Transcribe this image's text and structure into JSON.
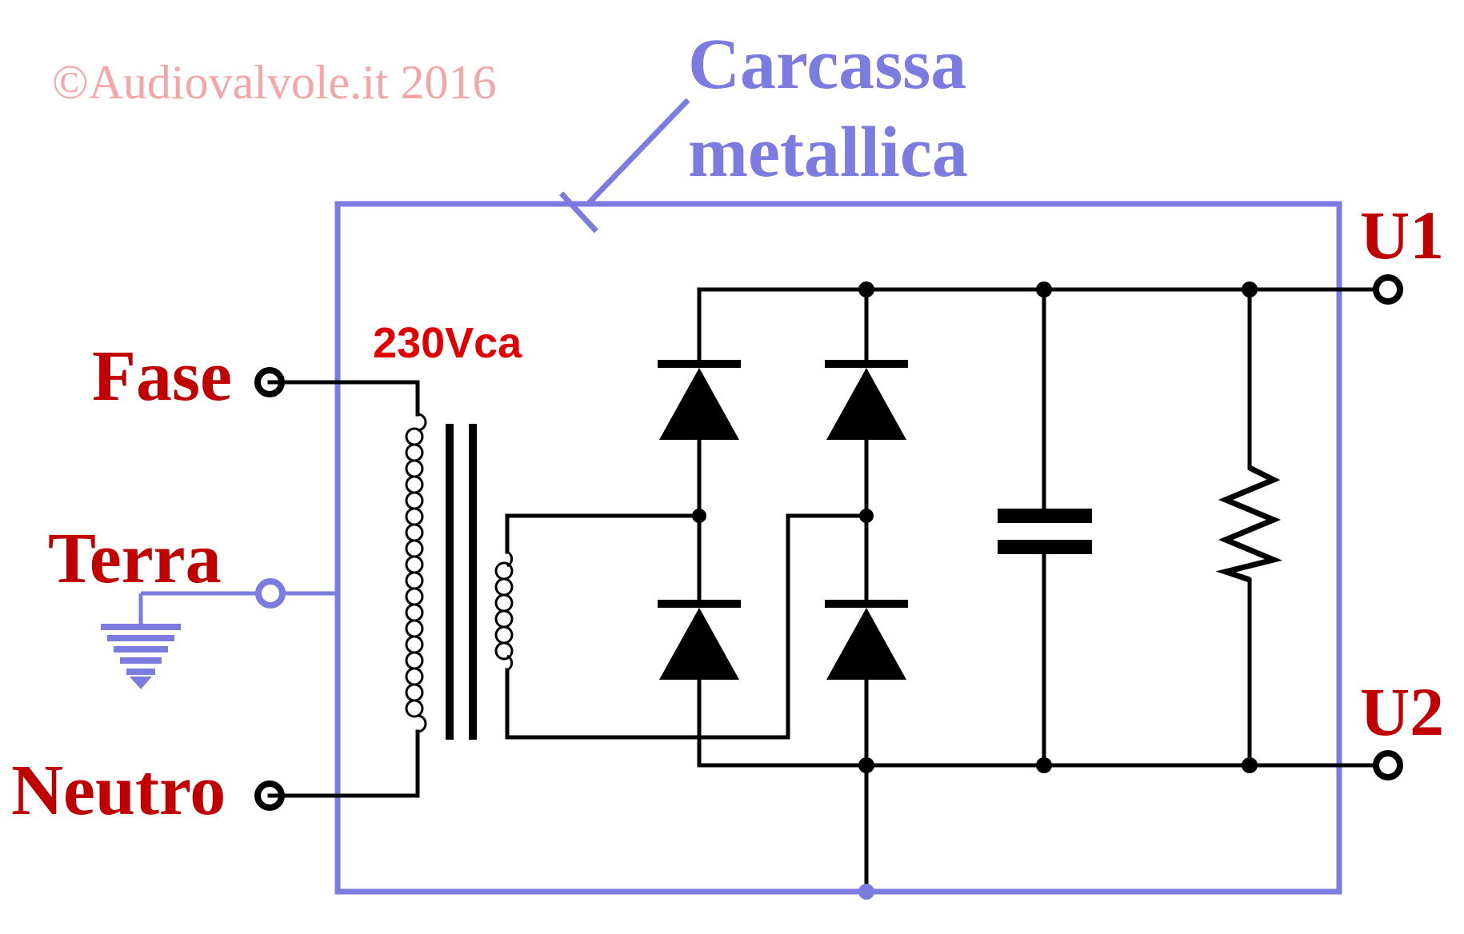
{
  "watermark": "©Audiovalvole.it 2016",
  "chassis": {
    "line1": "Carcassa",
    "line2": "metallica"
  },
  "inputs": {
    "phase": "Fase",
    "earth": "Terra",
    "neutral": "Neutro"
  },
  "primary_voltage": "230Vca",
  "outputs": {
    "positive": "U1",
    "negative": "U2"
  },
  "colors": {
    "chassis": "#7b7be0",
    "labels": "#c00000",
    "voltage": "#e00000",
    "watermark": "#f4a6a6",
    "wiring": "#000000"
  }
}
